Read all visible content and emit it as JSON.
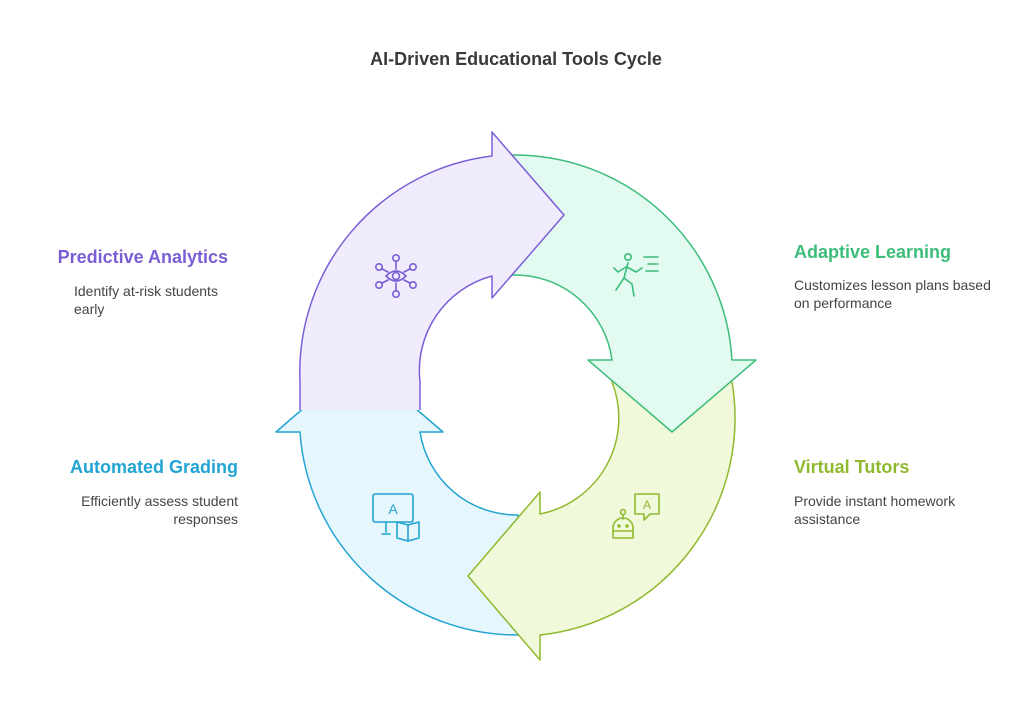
{
  "title": "AI-Driven Educational Tools Cycle",
  "colors": {
    "predictive": "#7b5ed6",
    "adaptive": "#3cbd7a",
    "virtual": "#8fba2f",
    "automated": "#22a4d4"
  },
  "stages": {
    "predictive": {
      "title": "Predictive Analytics",
      "description": "Identify at-risk students early",
      "icon": "network-eye-icon"
    },
    "adaptive": {
      "title": "Adaptive Learning",
      "description": "Customizes lesson plans based on performance",
      "icon": "runner-icon"
    },
    "virtual": {
      "title": "Virtual Tutors",
      "description": "Provide instant homework assistance",
      "icon": "robot-tutor-icon"
    },
    "automated": {
      "title": "Automated Grading",
      "description": "Efficiently assess student responses",
      "icon": "grading-screen-icon"
    }
  }
}
